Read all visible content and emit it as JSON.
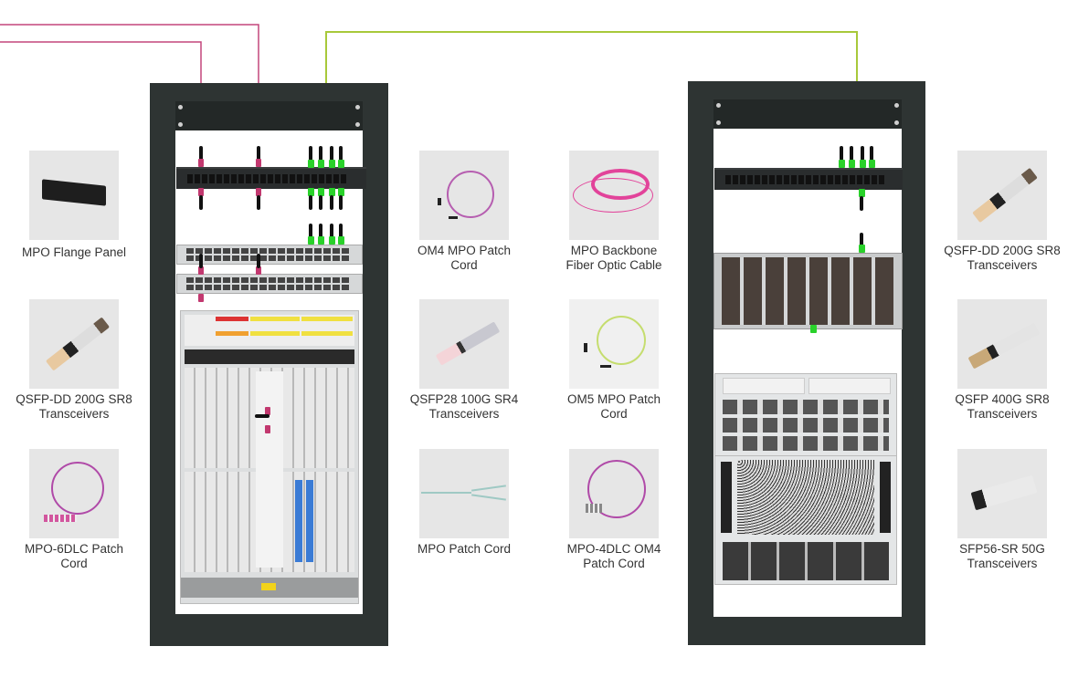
{
  "diagram": {
    "title": "",
    "colors": {
      "om4_cable": "#c4467c",
      "om5_cable": "#a8c93a",
      "connector_green": "#2bd22b",
      "connector_pink": "#c2386f",
      "rack_frame": "#2e3433",
      "thumb_bg": "#e6e6e6",
      "label_text": "#333333"
    },
    "racks": [
      {
        "name": "left-rack",
        "devices": [
          "MPO Flange Panel",
          "1U Switch",
          "1U Switch",
          "Modular Chassis Router"
        ]
      },
      {
        "name": "right-rack",
        "devices": [
          "MPO Flange Panel",
          "Spine Switch",
          "Modular Switch Chassis",
          "Server"
        ]
      }
    ],
    "products_left": [
      {
        "label_line1": "MPO Flange Panel",
        "label_line2": "",
        "icon": "flange-panel-icon"
      },
      {
        "label_line1": "QSFP-DD 200G SR8",
        "label_line2": "Transceivers",
        "icon": "transceiver-icon"
      },
      {
        "label_line1": "MPO-6DLC Patch",
        "label_line2": "Cord",
        "icon": "breakout-cable-icon"
      }
    ],
    "products_center_left": [
      {
        "label_line1": "OM4 MPO Patch",
        "label_line2": "Cord",
        "icon": "patch-cord-icon"
      },
      {
        "label_line1": "QSFP28 100G SR4",
        "label_line2": "Transceivers",
        "icon": "transceiver-icon"
      },
      {
        "label_line1": "MPO Patch Cord",
        "label_line2": "",
        "icon": "y-cable-icon"
      }
    ],
    "products_center_right": [
      {
        "label_line1": "MPO Backbone",
        "label_line2": "Fiber Optic Cable",
        "icon": "backbone-cable-icon"
      },
      {
        "label_line1": "OM5 MPO Patch",
        "label_line2": "Cord",
        "icon": "patch-cord-icon"
      },
      {
        "label_line1": "MPO-4DLC OM4",
        "label_line2": "Patch Cord",
        "icon": "breakout-cable-icon"
      }
    ],
    "products_right": [
      {
        "label_line1": "QSFP-DD 200G SR8",
        "label_line2": "Transceivers",
        "icon": "transceiver-icon"
      },
      {
        "label_line1": "QSFP 400G SR8",
        "label_line2": "Transceivers",
        "icon": "transceiver-icon"
      },
      {
        "label_line1": "SFP56-SR 50G",
        "label_line2": "Transceivers",
        "icon": "sfp-transceiver-icon"
      }
    ]
  }
}
